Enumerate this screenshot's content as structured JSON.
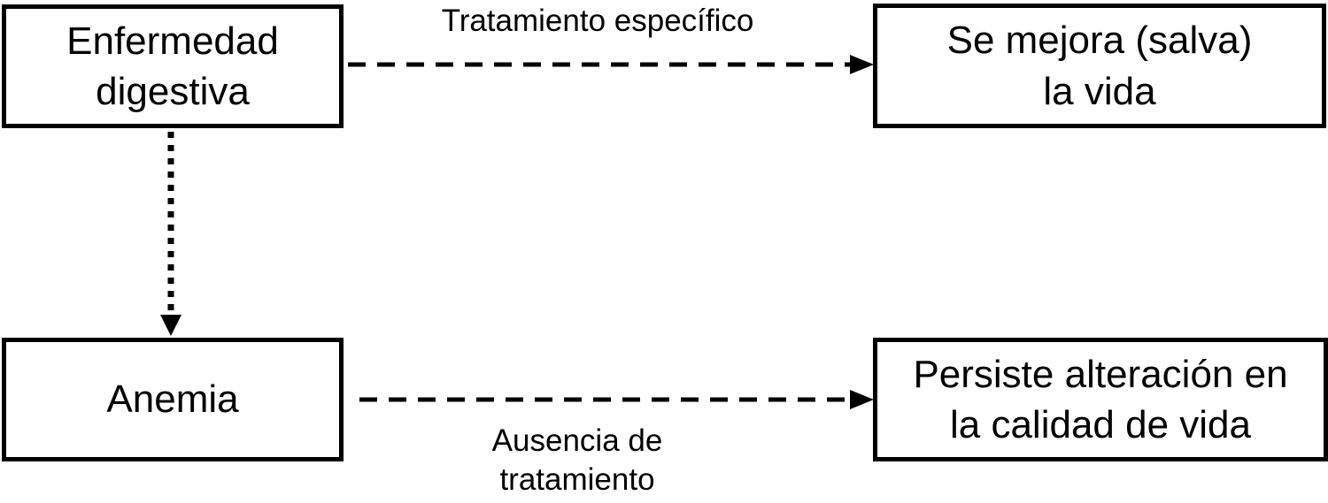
{
  "diagram": {
    "colors": {
      "background": "#ffffff",
      "stroke": "#000000",
      "text": "#000000"
    },
    "nodes": [
      {
        "id": "enfermedad-digestiva",
        "label": "Enfermedad\ndigestiva"
      },
      {
        "id": "se-mejora-la-vida",
        "label": "Se mejora (salva)\nla vida"
      },
      {
        "id": "anemia",
        "label": "Anemia"
      },
      {
        "id": "persiste-alteracion",
        "label": "Persiste alteración en\nla calidad de vida"
      }
    ],
    "edges": [
      {
        "from": "enfermedad-digestiva",
        "to": "se-mejora-la-vida",
        "style": "dashed",
        "label": "Tratamiento específico"
      },
      {
        "from": "enfermedad-digestiva",
        "to": "anemia",
        "style": "dotted",
        "label": ""
      },
      {
        "from": "anemia",
        "to": "persiste-alteracion",
        "style": "dashed",
        "label": "Ausencia de\ntratamiento"
      }
    ]
  }
}
